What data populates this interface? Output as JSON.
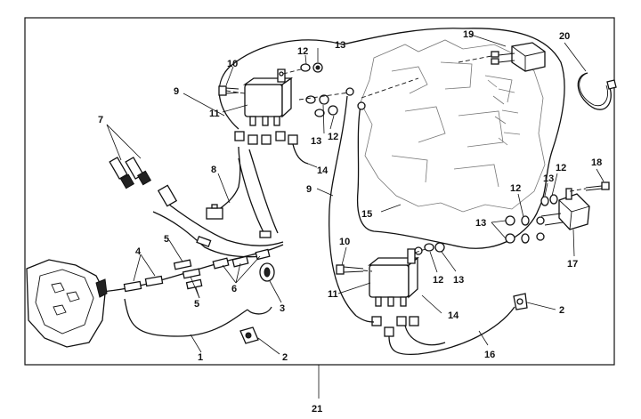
{
  "diagram": {
    "frame_label": "21",
    "callouts": [
      {
        "id": "c1",
        "text": "1"
      },
      {
        "id": "c2a",
        "text": "2"
      },
      {
        "id": "c2b",
        "text": "2"
      },
      {
        "id": "c3",
        "text": "3"
      },
      {
        "id": "c4",
        "text": "4"
      },
      {
        "id": "c5a",
        "text": "5"
      },
      {
        "id": "c5b",
        "text": "5"
      },
      {
        "id": "c6",
        "text": "6"
      },
      {
        "id": "c7",
        "text": "7"
      },
      {
        "id": "c8",
        "text": "8"
      },
      {
        "id": "c9a",
        "text": "9"
      },
      {
        "id": "c9b",
        "text": "9"
      },
      {
        "id": "c10a",
        "text": "10"
      },
      {
        "id": "c10b",
        "text": "10"
      },
      {
        "id": "c11a",
        "text": "11"
      },
      {
        "id": "c11b",
        "text": "11"
      },
      {
        "id": "c12a",
        "text": "12"
      },
      {
        "id": "c12b",
        "text": "12"
      },
      {
        "id": "c12c",
        "text": "12"
      },
      {
        "id": "c12d",
        "text": "12"
      },
      {
        "id": "c12e",
        "text": "12"
      },
      {
        "id": "c13a",
        "text": "13"
      },
      {
        "id": "c13b",
        "text": "13"
      },
      {
        "id": "c13c",
        "text": "13"
      },
      {
        "id": "c13d",
        "text": "13"
      },
      {
        "id": "c13e",
        "text": "13"
      },
      {
        "id": "c14a",
        "text": "14"
      },
      {
        "id": "c14b",
        "text": "14"
      },
      {
        "id": "c15",
        "text": "15"
      },
      {
        "id": "c16",
        "text": "16"
      },
      {
        "id": "c17",
        "text": "17"
      },
      {
        "id": "c18",
        "text": "18"
      },
      {
        "id": "c19",
        "text": "19"
      },
      {
        "id": "c20",
        "text": "20"
      }
    ]
  }
}
